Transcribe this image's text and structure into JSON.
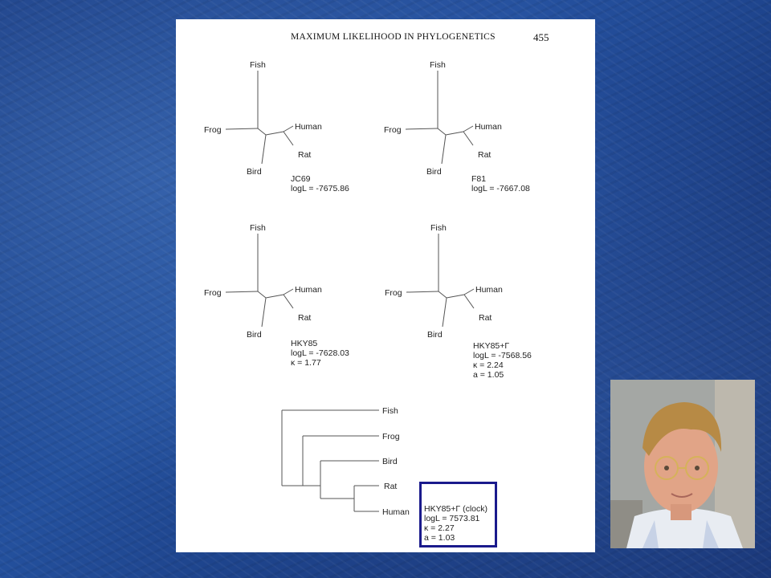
{
  "page": {
    "running_head": "MAXIMUM LIKELIHOOD IN PHYLOGENETICS",
    "page_number": "455"
  },
  "trees": [
    {
      "model": "JC69",
      "stats": [
        "logL = -7675.86"
      ],
      "taxa": {
        "fish": "Fish",
        "frog": "Frog",
        "human": "Human",
        "rat": "Rat",
        "bird": "Bird"
      }
    },
    {
      "model": "F81",
      "stats": [
        "logL = -7667.08"
      ],
      "taxa": {
        "fish": "Fish",
        "frog": "Frog",
        "human": "Human",
        "rat": "Rat",
        "bird": "Bird"
      }
    },
    {
      "model": "HKY85",
      "stats": [
        "logL = -7628.03",
        "κ = 1.77"
      ],
      "taxa": {
        "fish": "Fish",
        "frog": "Frog",
        "human": "Human",
        "rat": "Rat",
        "bird": "Bird"
      }
    },
    {
      "model": "HKY85+Γ",
      "stats": [
        "logL = -7568.56",
        "κ = 2.24",
        "a = 1.05"
      ],
      "taxa": {
        "fish": "Fish",
        "frog": "Frog",
        "human": "Human",
        "rat": "Rat",
        "bird": "Bird"
      }
    }
  ],
  "clock_tree": {
    "model": "HKY85+Γ (clock)",
    "stats": [
      "logL = 7573.81",
      "κ = 2.27",
      "a = 1.03"
    ],
    "taxa": [
      "Fish",
      "Frog",
      "Bird",
      "Rat",
      "Human"
    ]
  },
  "colors": {
    "slide_background": "#1f4a95",
    "highlight_border": "#1a1a8c",
    "branch": "#555555"
  }
}
